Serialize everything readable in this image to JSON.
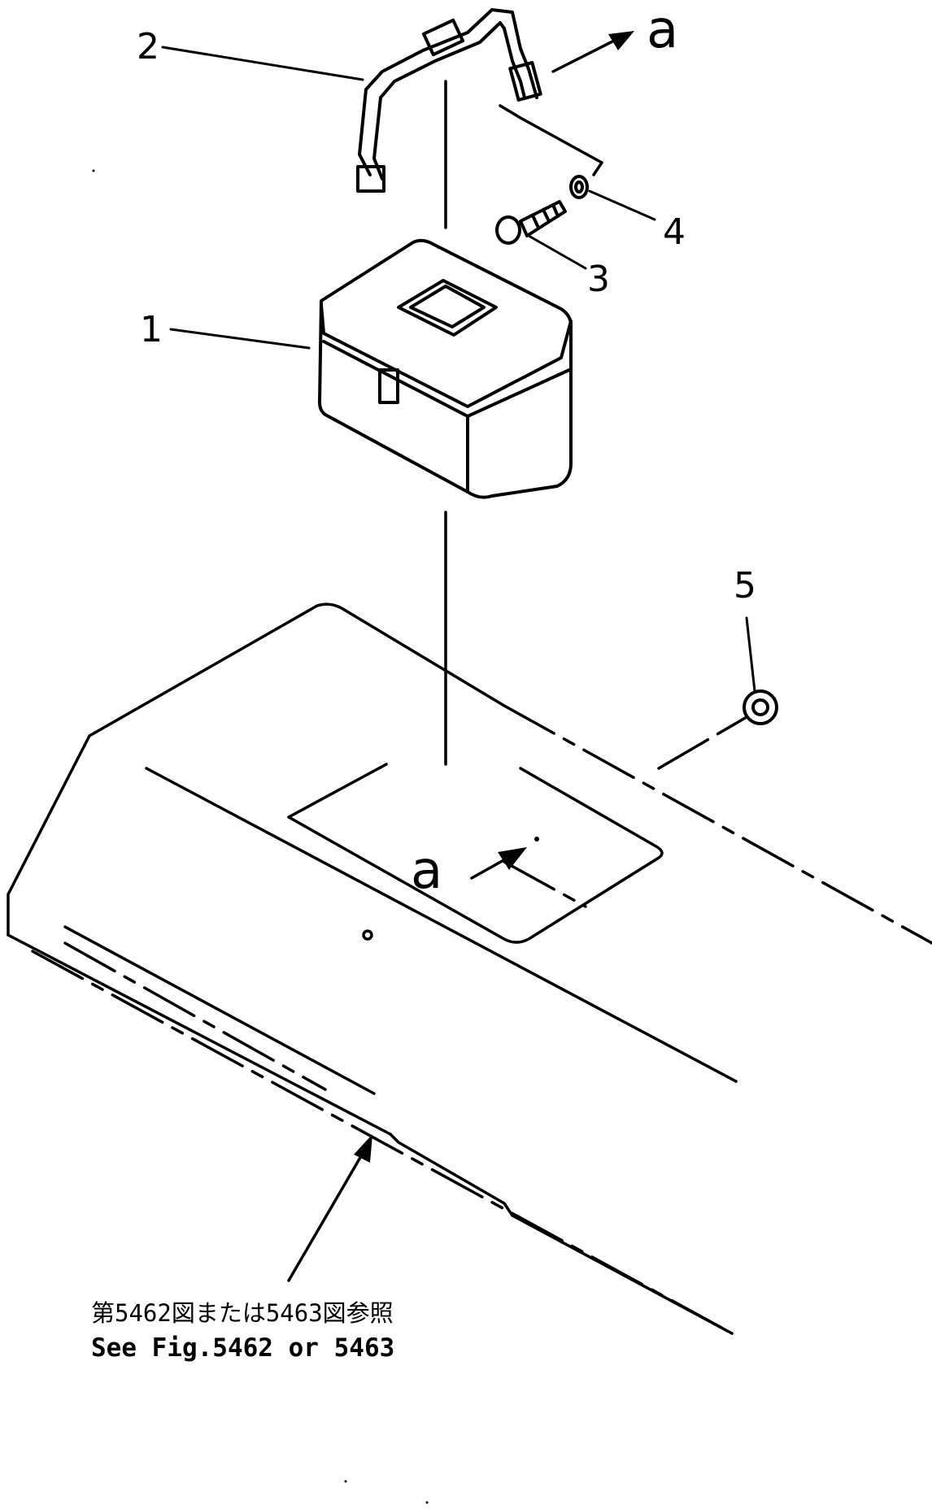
{
  "callouts": {
    "part1": "1",
    "part2": "2",
    "part3": "3",
    "part4": "4",
    "part5": "5"
  },
  "view_markers": {
    "top": "a",
    "bottom": "a"
  },
  "reference_note": {
    "japanese": "第5462図または5463図参照",
    "english": "See Fig.5462 or 5463"
  }
}
